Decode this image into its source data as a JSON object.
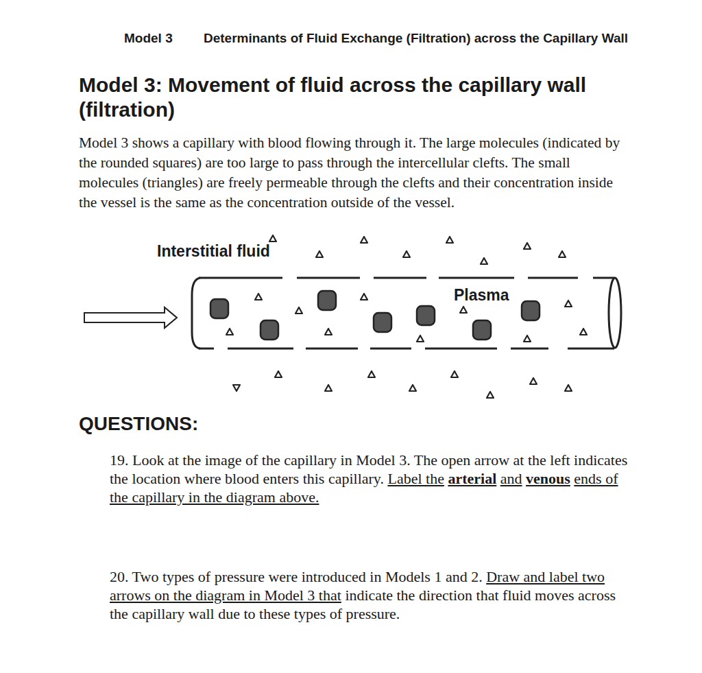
{
  "diagram": {
    "title": "Model 3: Movement of fluid across the capillary wall (filtration)",
    "nodes": [
      {
        "text": [
          "Plasma"
        ]
      }
    ],
    "edges": [],
    "labels": [
      "Model 3",
      "Determinants of Fluid Exchange (Filtration) across the Capillary Wall",
      "Model 3 shows a capillary with blood flowing through it. The large molecules (indicated by the rounded squares) are too large to pass through the intercellular clefts. The small molecules (triangles) are freely permeable through the clefts and their concentration inside the vessel is the same as the concentration outside of the vessel.",
      "Interstitial fluid",
      "QUESTIONS:",
      "19.",
      "Look at the image of the capillary in Model 3. The open arrow at the left indicates the location where blood enters this capillary.",
      "Label the",
      "arterial",
      "and",
      "venous",
      "ends of the capillary in the diagram above.",
      "20.",
      "Two types of pressure were introduced in Models 1 and 2.",
      "Draw and label two arrows on the diagram in Model 3 that",
      "indicate the direction that fluid moves across the capillary wall due to these types of pressure."
    ]
  }
}
